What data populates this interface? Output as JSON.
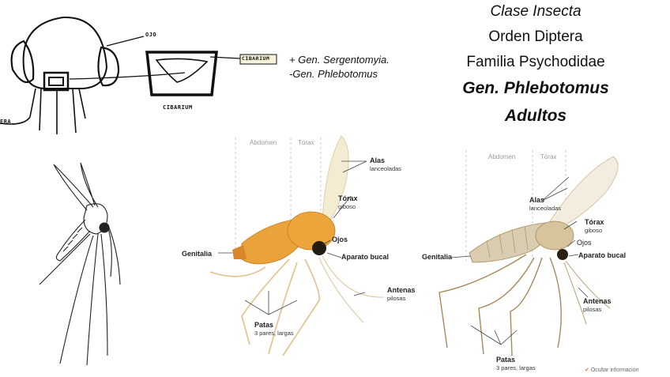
{
  "taxonomy": {
    "clase": "Clase Insecta",
    "orden": "Orden Diptera",
    "familia": "Familia Psychodidae",
    "genero": "Gen. Phlebotomus",
    "estadio": "Adultos"
  },
  "genera": {
    "line1": "+ Gen. Sergentomyia.",
    "line2": "-Gen. Phlebotomus"
  },
  "head_diagram": {
    "ojo": "OJO",
    "cibario_box": "CIBARIUM",
    "cibario_caption": "CIBARIUM",
    "antena_partial": "ERA"
  },
  "photo1": {
    "abdomen": "Abdomen",
    "torax_section": "Tórax",
    "alas": "Alas",
    "alas_sub": "lanceoladas",
    "torax": "Tórax",
    "torax_sub": "giboso",
    "ojos": "Ojos",
    "genitalia": "Genitalia",
    "aparato": "Aparato bucal",
    "antenas": "Antenas",
    "antenas_sub": "pilosas",
    "patas": "Patas",
    "patas_sub": "3 pares, largas"
  },
  "photo2": {
    "abdomen": "Abdomen",
    "torax_section": "Tórax",
    "alas": "Alas",
    "alas_sub": "lanceoladas",
    "torax": "Tórax",
    "torax_sub": "giboso",
    "ojos": "Ojos",
    "genitalia": "Genitalia",
    "aparato": "Aparato bucal",
    "antenas": "Antenas",
    "antenas_sub": "pilosas",
    "patas": "Patas",
    "patas_sub": "3 pares, largas"
  },
  "footer": {
    "ocultar": "Ocultar información"
  },
  "colors": {
    "specimen_orange": "#e9a33a",
    "specimen_brown": "#a88a5a",
    "section_gray": "#9a9a9a"
  }
}
